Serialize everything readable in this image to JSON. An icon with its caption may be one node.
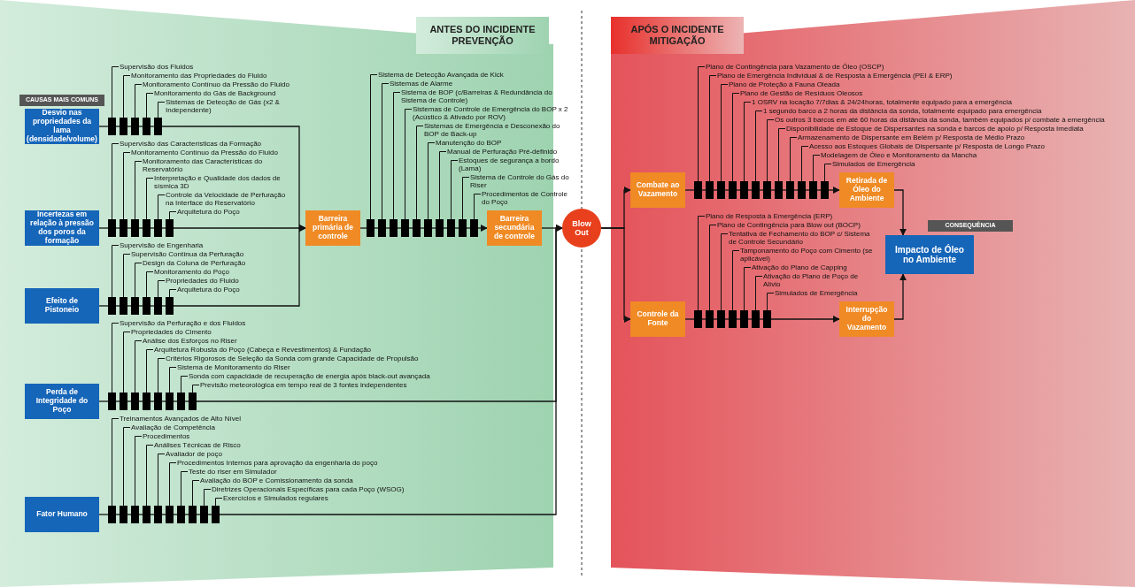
{
  "diagram": {
    "nodes": [
      {
        "text": [
          "ANTES DO INCIDENTE PREVENÇÃO"
        ]
      },
      {
        "text": [
          "APÓS O INCIDENTE MITIGAÇÃO"
        ]
      },
      {
        "text": [
          "CAUSAS MAIS COMUNS"
        ]
      },
      {
        "text": [
          "Desvio nas propriedades da lama (densidade/volume)"
        ]
      },
      {
        "text": [
          "Supervisão dos Fluidos"
        ]
      },
      {
        "text": [],
        "shape": "bar"
      },
      {
        "text": [
          "Monitoramento das Propriedades do Fluido"
        ]
      },
      {
        "text": [],
        "shape": "bar"
      },
      {
        "text": [
          "Monitoramento Contínuo da Pressão do Fluido"
        ]
      },
      {
        "text": [],
        "shape": "bar"
      },
      {
        "text": [
          "Monitoramento do Gás de Background"
        ]
      },
      {
        "text": [],
        "shape": "bar"
      },
      {
        "text": [
          "Sistemas de Detecção de Gás (x2 & Independente)"
        ]
      },
      {
        "text": [],
        "shape": "bar"
      },
      {
        "text": [
          "Incertezas em relação à pressão dos poros da formação"
        ]
      },
      {
        "text": [
          "Supervisão das Características da Formação"
        ]
      },
      {
        "text": [],
        "shape": "bar"
      },
      {
        "text": [
          "Monitoramento Contínuo da Pressão do Fluido"
        ]
      },
      {
        "text": [],
        "shape": "bar"
      },
      {
        "text": [
          "Monitoramento das Características do Reservatório"
        ]
      },
      {
        "text": [],
        "shape": "bar"
      },
      {
        "text": [
          "Interpretação e Qualidade dos dados de sísmica 3D"
        ]
      },
      {
        "text": [],
        "shape": "bar"
      },
      {
        "text": [
          "Controle da Velocidade de Perfuração na Interface do Reservatório"
        ]
      },
      {
        "text": [],
        "shape": "bar"
      },
      {
        "text": [
          "Arquitetura do Poço"
        ]
      },
      {
        "text": [],
        "shape": "bar"
      },
      {
        "text": [
          "Efeito de Pistoneio"
        ]
      },
      {
        "text": [
          "Supervisão de Engenharia"
        ]
      },
      {
        "text": [],
        "shape": "bar"
      },
      {
        "text": [
          "Supervisão Contínua da Perfuração"
        ]
      },
      {
        "text": [],
        "shape": "bar"
      },
      {
        "text": [
          "Design da Coluna de Perfuração"
        ]
      },
      {
        "text": [],
        "shape": "bar"
      },
      {
        "text": [
          "Monitoramento do Poço"
        ]
      },
      {
        "text": [],
        "shape": "bar"
      },
      {
        "text": [
          "Propriedades do Fluido"
        ]
      },
      {
        "text": [],
        "shape": "bar"
      },
      {
        "text": [
          "Arquitetura do Poço"
        ]
      },
      {
        "text": [],
        "shape": "bar"
      },
      {
        "text": [
          "Perda de Integridade do Poço"
        ]
      },
      {
        "text": [
          "Supervisão da Perfuração e dos Fluidos"
        ]
      },
      {
        "text": [],
        "shape": "bar"
      },
      {
        "text": [
          "Propriedades do Cimento"
        ]
      },
      {
        "text": [],
        "shape": "bar"
      },
      {
        "text": [
          "Análise dos Esforços no Riser"
        ]
      },
      {
        "text": [],
        "shape": "bar"
      },
      {
        "text": [
          "Arquitetura Robusta do Poço (Cabeça e Revestimentos) & Fundação"
        ]
      },
      {
        "text": [],
        "shape": "bar"
      },
      {
        "text": [
          "Critérios Rigorosos de Seleção da Sonda com grande Capacidade de Propulsão"
        ]
      },
      {
        "text": [],
        "shape": "bar"
      },
      {
        "text": [
          "Sistema de Monitoramento do Riser"
        ]
      },
      {
        "text": [],
        "shape": "bar"
      },
      {
        "text": [
          "Sonda com capacidade de recuperação de energia após black-out avançada"
        ]
      },
      {
        "text": [],
        "shape": "bar"
      },
      {
        "text": [
          "Previsão meteorológica em tempo real de 3 fontes independentes"
        ]
      },
      {
        "text": [],
        "shape": "bar"
      },
      {
        "text": [
          "Fator Humano"
        ]
      },
      {
        "text": [
          "Treinamentos Avançados de Alto Nível"
        ]
      },
      {
        "text": [],
        "shape": "bar"
      },
      {
        "text": [
          "Avaliação de Competência"
        ]
      },
      {
        "text": [],
        "shape": "bar"
      },
      {
        "text": [
          "Procedimentos"
        ]
      },
      {
        "text": [],
        "shape": "bar"
      },
      {
        "text": [
          "Análises Técnicas de Risco"
        ]
      },
      {
        "text": [],
        "shape": "bar"
      },
      {
        "text": [
          "Avaliador de poço"
        ]
      },
      {
        "text": [],
        "shape": "bar"
      },
      {
        "text": [
          "Procedimentos Internos para aprovação da engenharia do poço"
        ]
      },
      {
        "text": [],
        "shape": "bar"
      },
      {
        "text": [
          "Teste do riser em Simulador"
        ]
      },
      {
        "text": [],
        "shape": "bar"
      },
      {
        "text": [
          "Avaliação do BOP e Comissionamento da sonda"
        ]
      },
      {
        "text": [],
        "shape": "bar"
      },
      {
        "text": [
          "Diretrizes Operacionais Específicas para cada Poço (WSOG)"
        ]
      },
      {
        "text": [],
        "shape": "bar"
      },
      {
        "text": [
          "Exercícios e Simulados regulares"
        ]
      },
      {
        "text": [],
        "shape": "bar"
      },
      {
        "text": [
          "Barreira primária de controle"
        ]
      },
      {
        "text": [
          "Sistema de Detecção Avançada de Kick"
        ]
      },
      {
        "text": [],
        "shape": "bar"
      },
      {
        "text": [
          "Sistemas de Alarme"
        ]
      },
      {
        "text": [],
        "shape": "bar"
      },
      {
        "text": [
          "Sistema de BOP (c/Barreiras & Redundância do Sistema de Controle)"
        ]
      },
      {
        "text": [],
        "shape": "bar"
      },
      {
        "text": [
          "Sistemas de Controle de Emergência do BOP x 2 (Acústico & Ativado por ROV)"
        ]
      },
      {
        "text": [],
        "shape": "bar"
      },
      {
        "text": [
          "Sistemas de Emergência e Desconexão do BOP de Back-up"
        ]
      },
      {
        "text": [],
        "shape": "bar"
      },
      {
        "text": [
          "Manutenção do BOP"
        ]
      },
      {
        "text": [],
        "shape": "bar"
      },
      {
        "text": [
          "Manual de Perfuração Pré-definido"
        ]
      },
      {
        "text": [],
        "shape": "bar"
      },
      {
        "text": [
          "Estoques de segurança a bordo (Lama)"
        ]
      },
      {
        "text": [],
        "shape": "bar"
      },
      {
        "text": [
          "Sistema de Controle do Gás do Riser"
        ]
      },
      {
        "text": [],
        "shape": "bar"
      },
      {
        "text": [
          "Procedimentos de Controle do Poço"
        ]
      },
      {
        "text": [],
        "shape": "bar"
      },
      {
        "text": [
          "Barreira secundária de controle"
        ]
      },
      {
        "text": [
          "Blow Out"
        ]
      },
      {
        "text": [
          "Combate ao Vazamento"
        ]
      },
      {
        "text": [
          "Plano de Contingência para Vazamento de Óleo (OSCP)"
        ]
      },
      {
        "text": [],
        "shape": "bar"
      },
      {
        "text": [
          "Plano de Emergência Individual & de Resposta à Emergência (PEI & ERP)"
        ]
      },
      {
        "text": [],
        "shape": "bar"
      },
      {
        "text": [
          "Plano de Proteção à Fauna Oleada"
        ]
      },
      {
        "text": [],
        "shape": "bar"
      },
      {
        "text": [
          "Plano de Gestão de Resíduos Oleosos"
        ]
      },
      {
        "text": [],
        "shape": "bar"
      },
      {
        "text": [
          "1 OSRV na locação 7/7dias & 24/24horas, totalmente equipado para a emergência"
        ]
      },
      {
        "text": [],
        "shape": "bar"
      },
      {
        "text": [
          "1 segundo barco a 2 horas da distância da sonda, totalmente equipado para emergência"
        ]
      },
      {
        "text": [],
        "shape": "bar"
      },
      {
        "text": [
          "Os outros 3 barcos em até 60 horas da distância da sonda, também equipados p/ combate à emergência"
        ]
      },
      {
        "text": [],
        "shape": "bar"
      },
      {
        "text": [
          "Disponibilidade de Estoque de Dispersantes na sonda e barcos de apoio p/ Resposta Imediata"
        ]
      },
      {
        "text": [],
        "shape": "bar"
      },
      {
        "text": [
          "Armazenamento de Dispersante em Belém p/ Resposta de Médio Prazo"
        ]
      },
      {
        "text": [],
        "shape": "bar"
      },
      {
        "text": [
          "Acesso aos Estoques Globais de Dispersante p/ Resposta de Longo Prazo"
        ]
      },
      {
        "text": [],
        "shape": "bar"
      },
      {
        "text": [
          "Modelagem de Óleo e Monitoramento da Mancha"
        ]
      },
      {
        "text": [],
        "shape": "bar"
      },
      {
        "text": [
          "Simulados de Emergência"
        ]
      },
      {
        "text": [],
        "shape": "bar"
      },
      {
        "text": [
          "Retirada de Óleo do Ambiente"
        ]
      },
      {
        "text": [
          "CONSEQUÊNCIA"
        ]
      },
      {
        "text": [
          "Impacto de Óleo no Ambiente"
        ]
      },
      {
        "text": [
          "Controle da Fonte"
        ]
      },
      {
        "text": [
          "Plano de Resposta à Emergência (ERP)"
        ]
      },
      {
        "text": [],
        "shape": "bar"
      },
      {
        "text": [
          "Plano de Contingência para Blow out (BOCP)"
        ]
      },
      {
        "text": [],
        "shape": "bar"
      },
      {
        "text": [
          "Tentativa de Fechamento do BOP c/ Sistema de Controle Secundário"
        ]
      },
      {
        "text": [],
        "shape": "bar"
      },
      {
        "text": [
          "Tamponamento do Poço com Cimento (se aplicável)"
        ]
      },
      {
        "text": [],
        "shape": "bar"
      },
      {
        "text": [
          "Ativação do Plano de Capping"
        ]
      },
      {
        "text": [],
        "shape": "bar"
      },
      {
        "text": [
          "Ativação do Plano de Poço de Alívio"
        ]
      },
      {
        "text": [],
        "shape": "bar"
      },
      {
        "text": [
          "Simulados de Emergência"
        ]
      },
      {
        "text": [],
        "shape": "bar"
      },
      {
        "text": [
          "Interrupção do Vazamento"
        ]
      }
    ],
    "edges": [
      {
        "from": 3,
        "to": 5,
        "arrow": "none"
      },
      {
        "from": 5,
        "to": 7,
        "arrow": "none"
      },
      {
        "from": 7,
        "to": 9,
        "arrow": "none"
      },
      {
        "from": 9,
        "to": 11,
        "arrow": "none"
      },
      {
        "from": 11,
        "to": 13,
        "arrow": "none"
      },
      {
        "from": 13,
        "to": 78,
        "arrow": "to"
      },
      {
        "from": 14,
        "to": 16,
        "arrow": "none"
      },
      {
        "from": 16,
        "to": 18,
        "arrow": "none"
      },
      {
        "from": 18,
        "to": 20,
        "arrow": "none"
      },
      {
        "from": 20,
        "to": 22,
        "arrow": "none"
      },
      {
        "from": 22,
        "to": 24,
        "arrow": "none"
      },
      {
        "from": 24,
        "to": 26,
        "arrow": "none"
      },
      {
        "from": 26,
        "to": 78,
        "arrow": "to"
      },
      {
        "from": 27,
        "to": 29,
        "arrow": "none"
      },
      {
        "from": 29,
        "to": 31,
        "arrow": "none"
      },
      {
        "from": 31,
        "to": 33,
        "arrow": "none"
      },
      {
        "from": 33,
        "to": 35,
        "arrow": "none"
      },
      {
        "from": 35,
        "to": 37,
        "arrow": "none"
      },
      {
        "from": 37,
        "to": 39,
        "arrow": "none"
      },
      {
        "from": 39,
        "to": 78,
        "arrow": "to"
      },
      {
        "from": 40,
        "to": 42,
        "arrow": "none"
      },
      {
        "from": 42,
        "to": 44,
        "arrow": "none"
      },
      {
        "from": 44,
        "to": 46,
        "arrow": "none"
      },
      {
        "from": 46,
        "to": 48,
        "arrow": "none"
      },
      {
        "from": 48,
        "to": 50,
        "arrow": "none"
      },
      {
        "from": 50,
        "to": 52,
        "arrow": "none"
      },
      {
        "from": 52,
        "to": 54,
        "arrow": "none"
      },
      {
        "from": 54,
        "to": 56,
        "arrow": "none"
      },
      {
        "from": 56,
        "to": 100,
        "arrow": "to"
      },
      {
        "from": 57,
        "to": 59,
        "arrow": "none"
      },
      {
        "from": 59,
        "to": 61,
        "arrow": "none"
      },
      {
        "from": 61,
        "to": 63,
        "arrow": "none"
      },
      {
        "from": 63,
        "to": 65,
        "arrow": "none"
      },
      {
        "from": 65,
        "to": 67,
        "arrow": "none"
      },
      {
        "from": 67,
        "to": 69,
        "arrow": "none"
      },
      {
        "from": 69,
        "to": 71,
        "arrow": "none"
      },
      {
        "from": 71,
        "to": 73,
        "arrow": "none"
      },
      {
        "from": 73,
        "to": 75,
        "arrow": "none"
      },
      {
        "from": 75,
        "to": 77,
        "arrow": "none"
      },
      {
        "from": 77,
        "to": 100,
        "arrow": "to"
      },
      {
        "from": 78,
        "to": 80,
        "arrow": "none"
      },
      {
        "from": 80,
        "to": 82,
        "arrow": "none"
      },
      {
        "from": 82,
        "to": 84,
        "arrow": "none"
      },
      {
        "from": 84,
        "to": 86,
        "arrow": "none"
      },
      {
        "from": 86,
        "to": 88,
        "arrow": "none"
      },
      {
        "from": 88,
        "to": 90,
        "arrow": "none"
      },
      {
        "from": 90,
        "to": 92,
        "arrow": "none"
      },
      {
        "from": 92,
        "to": 94,
        "arrow": "none"
      },
      {
        "from": 94,
        "to": 96,
        "arrow": "none"
      },
      {
        "from": 96,
        "to": 98,
        "arrow": "none"
      },
      {
        "from": 98,
        "to": 99,
        "arrow": "to"
      },
      {
        "from": 99,
        "to": 100,
        "arrow": "to"
      },
      {
        "from": 100,
        "to": 101,
        "arrow": "to"
      },
      {
        "from": 100,
        "to": 129,
        "arrow": "to"
      },
      {
        "from": 101,
        "to": 103,
        "arrow": "none"
      },
      {
        "from": 103,
        "to": 105,
        "arrow": "none"
      },
      {
        "from": 105,
        "to": 107,
        "arrow": "none"
      },
      {
        "from": 107,
        "to": 109,
        "arrow": "none"
      },
      {
        "from": 109,
        "to": 111,
        "arrow": "none"
      },
      {
        "from": 111,
        "to": 113,
        "arrow": "none"
      },
      {
        "from": 113,
        "to": 115,
        "arrow": "none"
      },
      {
        "from": 115,
        "to": 117,
        "arrow": "none"
      },
      {
        "from": 117,
        "to": 119,
        "arrow": "none"
      },
      {
        "from": 119,
        "to": 121,
        "arrow": "none"
      },
      {
        "from": 121,
        "to": 123,
        "arrow": "none"
      },
      {
        "from": 123,
        "to": 125,
        "arrow": "none"
      },
      {
        "from": 125,
        "to": 126,
        "arrow": "to"
      },
      {
        "from": 126,
        "to": 128,
        "arrow": "to"
      },
      {
        "from": 129,
        "to": 131,
        "arrow": "none"
      },
      {
        "from": 131,
        "to": 133,
        "arrow": "none"
      },
      {
        "from": 133,
        "to": 135,
        "arrow": "none"
      },
      {
        "from": 135,
        "to": 137,
        "arrow": "none"
      },
      {
        "from": 137,
        "to": 139,
        "arrow": "none"
      },
      {
        "from": 139,
        "to": 141,
        "arrow": "none"
      },
      {
        "from": 141,
        "to": 143,
        "arrow": "none"
      },
      {
        "from": 143,
        "to": 144,
        "arrow": "to"
      },
      {
        "from": 144,
        "to": 128,
        "arrow": "to"
      },
      {
        "from": 4,
        "to": 5,
        "arrow": "none"
      },
      {
        "from": 6,
        "to": 7,
        "arrow": "none"
      },
      {
        "from": 8,
        "to": 9,
        "arrow": "none"
      },
      {
        "from": 10,
        "to": 11,
        "arrow": "none"
      },
      {
        "from": 12,
        "to": 13,
        "arrow": "none"
      },
      {
        "from": 15,
        "to": 16,
        "arrow": "none"
      },
      {
        "from": 17,
        "to": 18,
        "arrow": "none"
      },
      {
        "from": 19,
        "to": 20,
        "arrow": "none"
      },
      {
        "from": 21,
        "to": 22,
        "arrow": "none"
      },
      {
        "from": 23,
        "to": 24,
        "arrow": "none"
      },
      {
        "from": 25,
        "to": 26,
        "arrow": "none"
      },
      {
        "from": 28,
        "to": 29,
        "arrow": "none"
      },
      {
        "from": 30,
        "to": 31,
        "arrow": "none"
      },
      {
        "from": 32,
        "to": 33,
        "arrow": "none"
      },
      {
        "from": 34,
        "to": 35,
        "arrow": "none"
      },
      {
        "from": 36,
        "to": 37,
        "arrow": "none"
      },
      {
        "from": 38,
        "to": 39,
        "arrow": "none"
      },
      {
        "from": 41,
        "to": 42,
        "arrow": "none"
      },
      {
        "from": 43,
        "to": 44,
        "arrow": "none"
      },
      {
        "from": 45,
        "to": 46,
        "arrow": "none"
      },
      {
        "from": 47,
        "to": 48,
        "arrow": "none"
      },
      {
        "from": 49,
        "to": 50,
        "arrow": "none"
      },
      {
        "from": 51,
        "to": 52,
        "arrow": "none"
      },
      {
        "from": 53,
        "to": 54,
        "arrow": "none"
      },
      {
        "from": 55,
        "to": 56,
        "arrow": "none"
      },
      {
        "from": 58,
        "to": 59,
        "arrow": "none"
      },
      {
        "from": 60,
        "to": 61,
        "arrow": "none"
      },
      {
        "from": 62,
        "to": 63,
        "arrow": "none"
      },
      {
        "from": 64,
        "to": 65,
        "arrow": "none"
      },
      {
        "from": 66,
        "to": 67,
        "arrow": "none"
      },
      {
        "from": 68,
        "to": 69,
        "arrow": "none"
      },
      {
        "from": 70,
        "to": 71,
        "arrow": "none"
      },
      {
        "from": 72,
        "to": 73,
        "arrow": "none"
      },
      {
        "from": 74,
        "to": 75,
        "arrow": "none"
      },
      {
        "from": 76,
        "to": 77,
        "arrow": "none"
      },
      {
        "from": 79,
        "to": 80,
        "arrow": "none"
      },
      {
        "from": 81,
        "to": 82,
        "arrow": "none"
      },
      {
        "from": 83,
        "to": 84,
        "arrow": "none"
      },
      {
        "from": 85,
        "to": 86,
        "arrow": "none"
      },
      {
        "from": 87,
        "to": 88,
        "arrow": "none"
      },
      {
        "from": 89,
        "to": 90,
        "arrow": "none"
      },
      {
        "from": 91,
        "to": 92,
        "arrow": "none"
      },
      {
        "from": 93,
        "to": 94,
        "arrow": "none"
      },
      {
        "from": 95,
        "to": 96,
        "arrow": "none"
      },
      {
        "from": 97,
        "to": 98,
        "arrow": "none"
      },
      {
        "from": 102,
        "to": 103,
        "arrow": "none"
      },
      {
        "from": 104,
        "to": 105,
        "arrow": "none"
      },
      {
        "from": 106,
        "to": 107,
        "arrow": "none"
      },
      {
        "from": 108,
        "to": 109,
        "arrow": "none"
      },
      {
        "from": 110,
        "to": 111,
        "arrow": "none"
      },
      {
        "from": 112,
        "to": 113,
        "arrow": "none"
      },
      {
        "from": 114,
        "to": 115,
        "arrow": "none"
      },
      {
        "from": 116,
        "to": 117,
        "arrow": "none"
      },
      {
        "from": 118,
        "to": 119,
        "arrow": "none"
      },
      {
        "from": 120,
        "to": 121,
        "arrow": "none"
      },
      {
        "from": 122,
        "to": 123,
        "arrow": "none"
      },
      {
        "from": 124,
        "to": 125,
        "arrow": "none"
      },
      {
        "from": 130,
        "to": 131,
        "arrow": "none"
      },
      {
        "from": 132,
        "to": 133,
        "arrow": "none"
      },
      {
        "from": 134,
        "to": 135,
        "arrow": "none"
      },
      {
        "from": 136,
        "to": 137,
        "arrow": "none"
      },
      {
        "from": 138,
        "to": 139,
        "arrow": "none"
      },
      {
        "from": 140,
        "to": 141,
        "arrow": "none"
      },
      {
        "from": 142,
        "to": 143,
        "arrow": "none"
      }
    ]
  }
}
